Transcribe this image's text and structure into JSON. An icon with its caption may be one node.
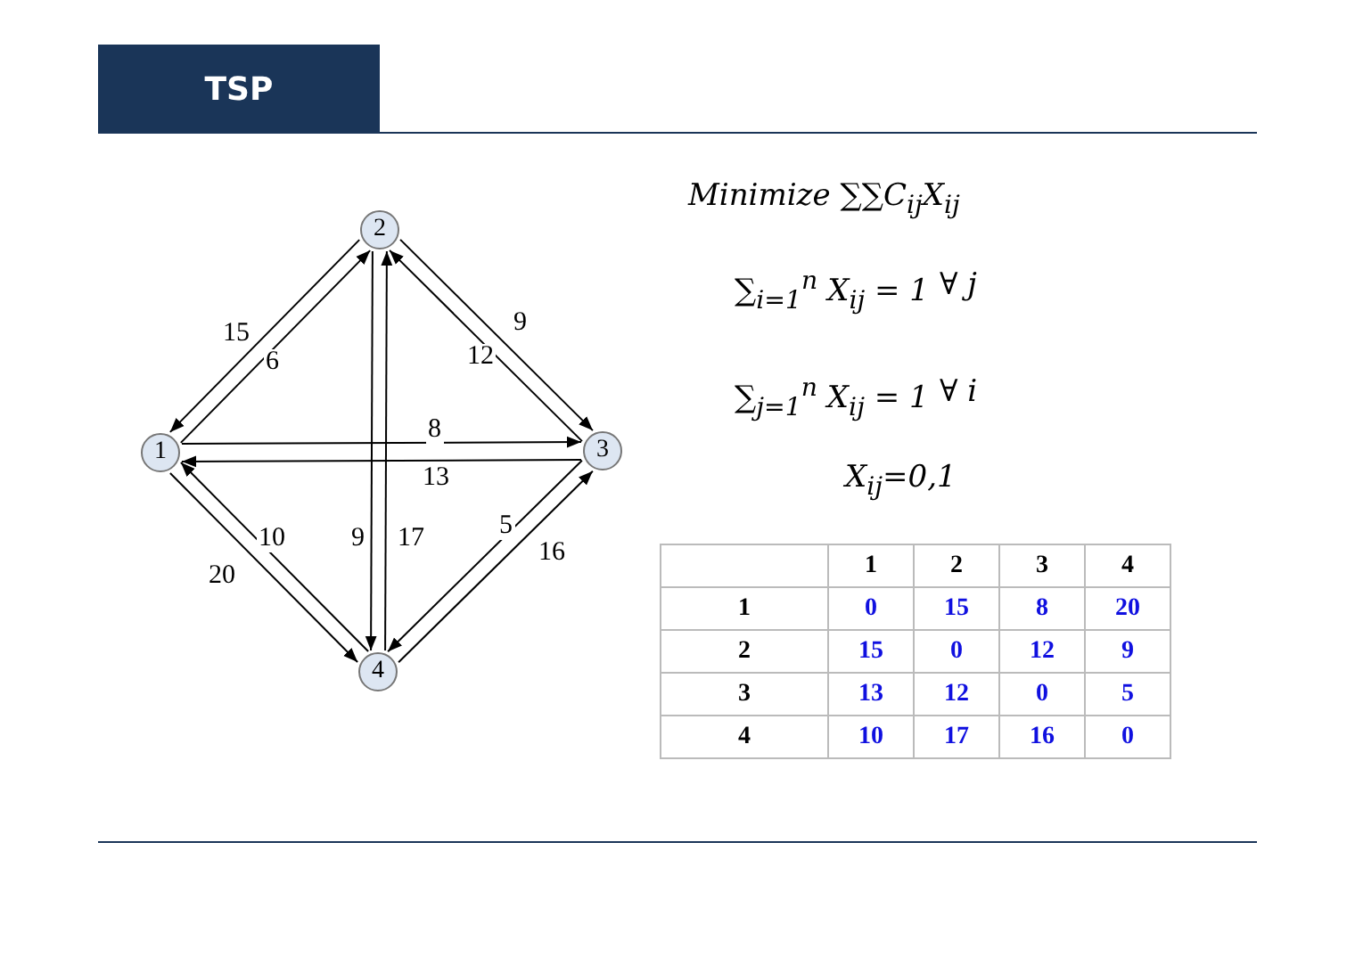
{
  "diagram": {
    "title": "TSP",
    "nodes": [
      {
        "text": [
          "1"
        ]
      },
      {
        "text": [
          "2"
        ]
      },
      {
        "text": [
          "3"
        ]
      },
      {
        "text": [
          "4"
        ]
      }
    ],
    "edges": [
      {
        "from": 1,
        "to": 0,
        "arrow": "to",
        "label": "15"
      },
      {
        "from": 0,
        "to": 1,
        "arrow": "to",
        "label": "6"
      },
      {
        "from": 1,
        "to": 2,
        "arrow": "to",
        "label": "9"
      },
      {
        "from": 2,
        "to": 1,
        "arrow": "to",
        "label": "12"
      },
      {
        "from": 0,
        "to": 2,
        "arrow": "to",
        "label": "8"
      },
      {
        "from": 2,
        "to": 0,
        "arrow": "to",
        "label": "13"
      },
      {
        "from": 0,
        "to": 3,
        "arrow": "to",
        "label": "20"
      },
      {
        "from": 3,
        "to": 0,
        "arrow": "to",
        "label": "10"
      },
      {
        "from": 1,
        "to": 3,
        "arrow": "to",
        "label": "9"
      },
      {
        "from": 3,
        "to": 1,
        "arrow": "to",
        "label": "17"
      },
      {
        "from": 2,
        "to": 3,
        "arrow": "to",
        "label": "5"
      },
      {
        "from": 3,
        "to": 2,
        "arrow": "to",
        "label": "16"
      }
    ],
    "labels": [
      "Minimize ∑∑C$_{ij}$X$_{ij}$",
      "∑$_{i=1}$$^{n}$ X$_{ij}$ = 1",
      "∀ j",
      "∑$_{j=1}$$^{n}$ X$_{ij}$ = 1",
      "∀ i",
      "X$_{ij}$=0,1",
      "1",
      "2",
      "3",
      "4",
      "1",
      "0",
      "15",
      "8",
      "20",
      "2",
      "15",
      "0",
      "12",
      "9",
      "3",
      "13",
      "12",
      "0",
      "5",
      "4",
      "10",
      "17",
      "16",
      "0"
    ]
  }
}
